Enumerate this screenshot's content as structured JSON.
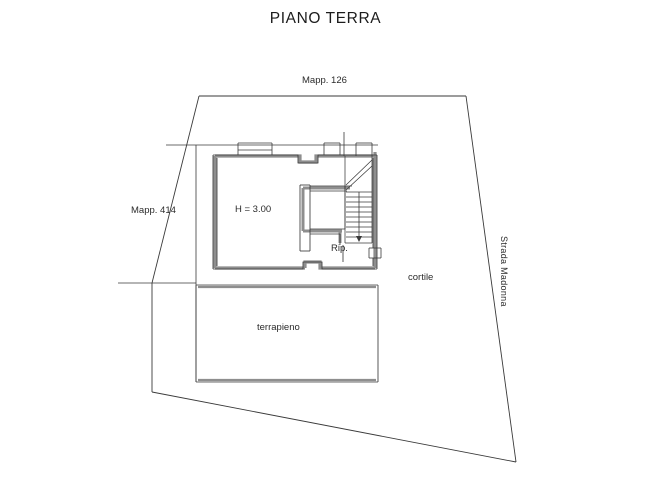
{
  "drawing": {
    "title": "PIANO TERRA",
    "labels": {
      "parcel_north": "Mapp. 126",
      "parcel_west": "Mapp. 414",
      "ceiling_height": "H = 3.00",
      "storage": "Rip.",
      "courtyard": "cortile",
      "embankment": "terrapieno",
      "street": "Strada Madonna"
    },
    "colors": {
      "line": "#3a3a3a",
      "wall": "#8e8e8e",
      "text": "#2b2b2b",
      "background": "#ffffff"
    }
  }
}
